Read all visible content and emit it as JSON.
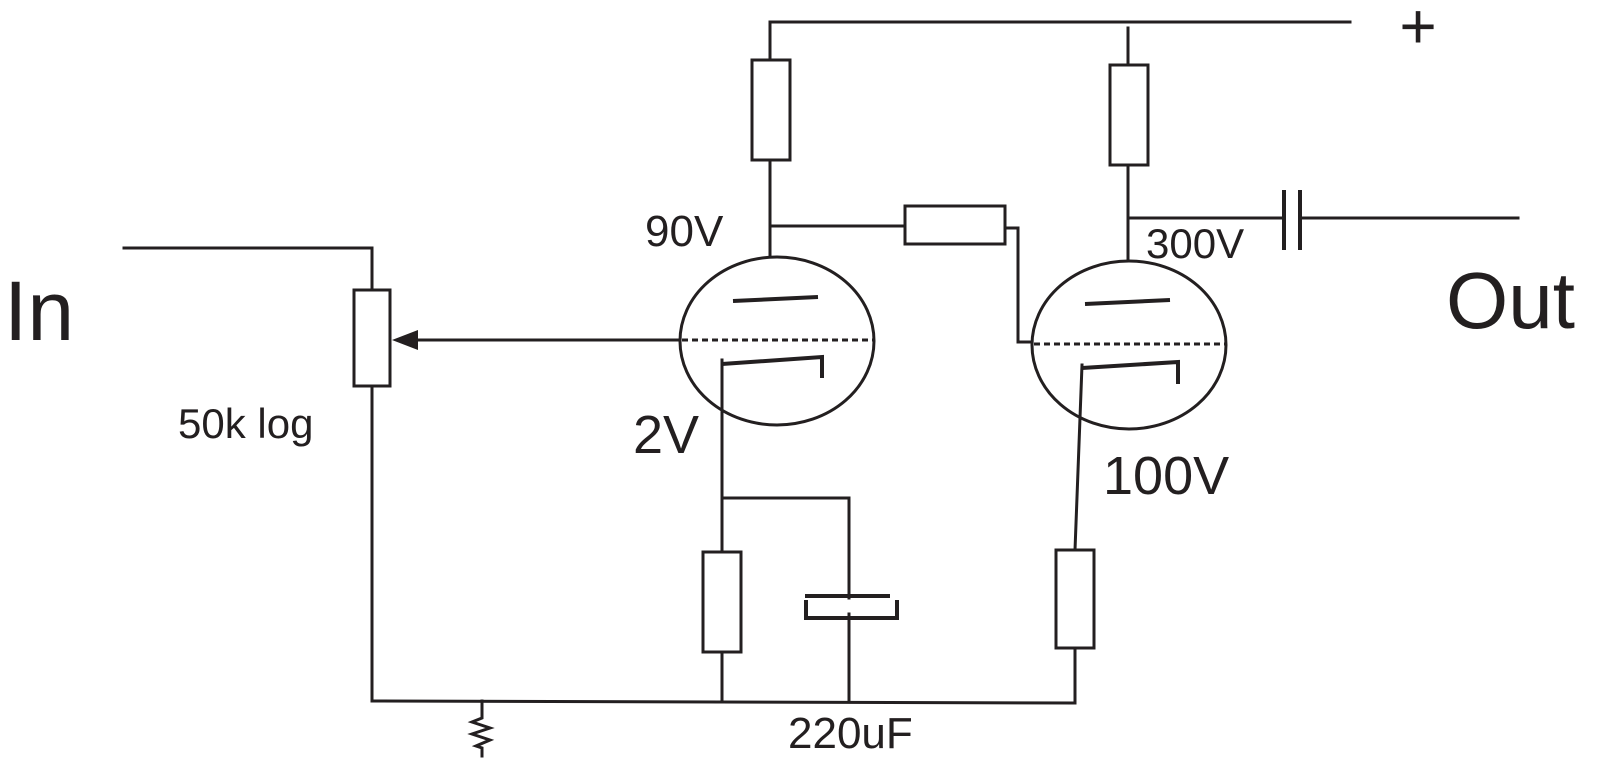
{
  "labels": {
    "input": "In",
    "output": "Out",
    "supply": "+",
    "pot": "50k log",
    "v1_plate": "90V",
    "v1_cathode": "2V",
    "v2_plate": "300V",
    "v2_cathode": "100V",
    "bypass_cap": "220uF"
  }
}
